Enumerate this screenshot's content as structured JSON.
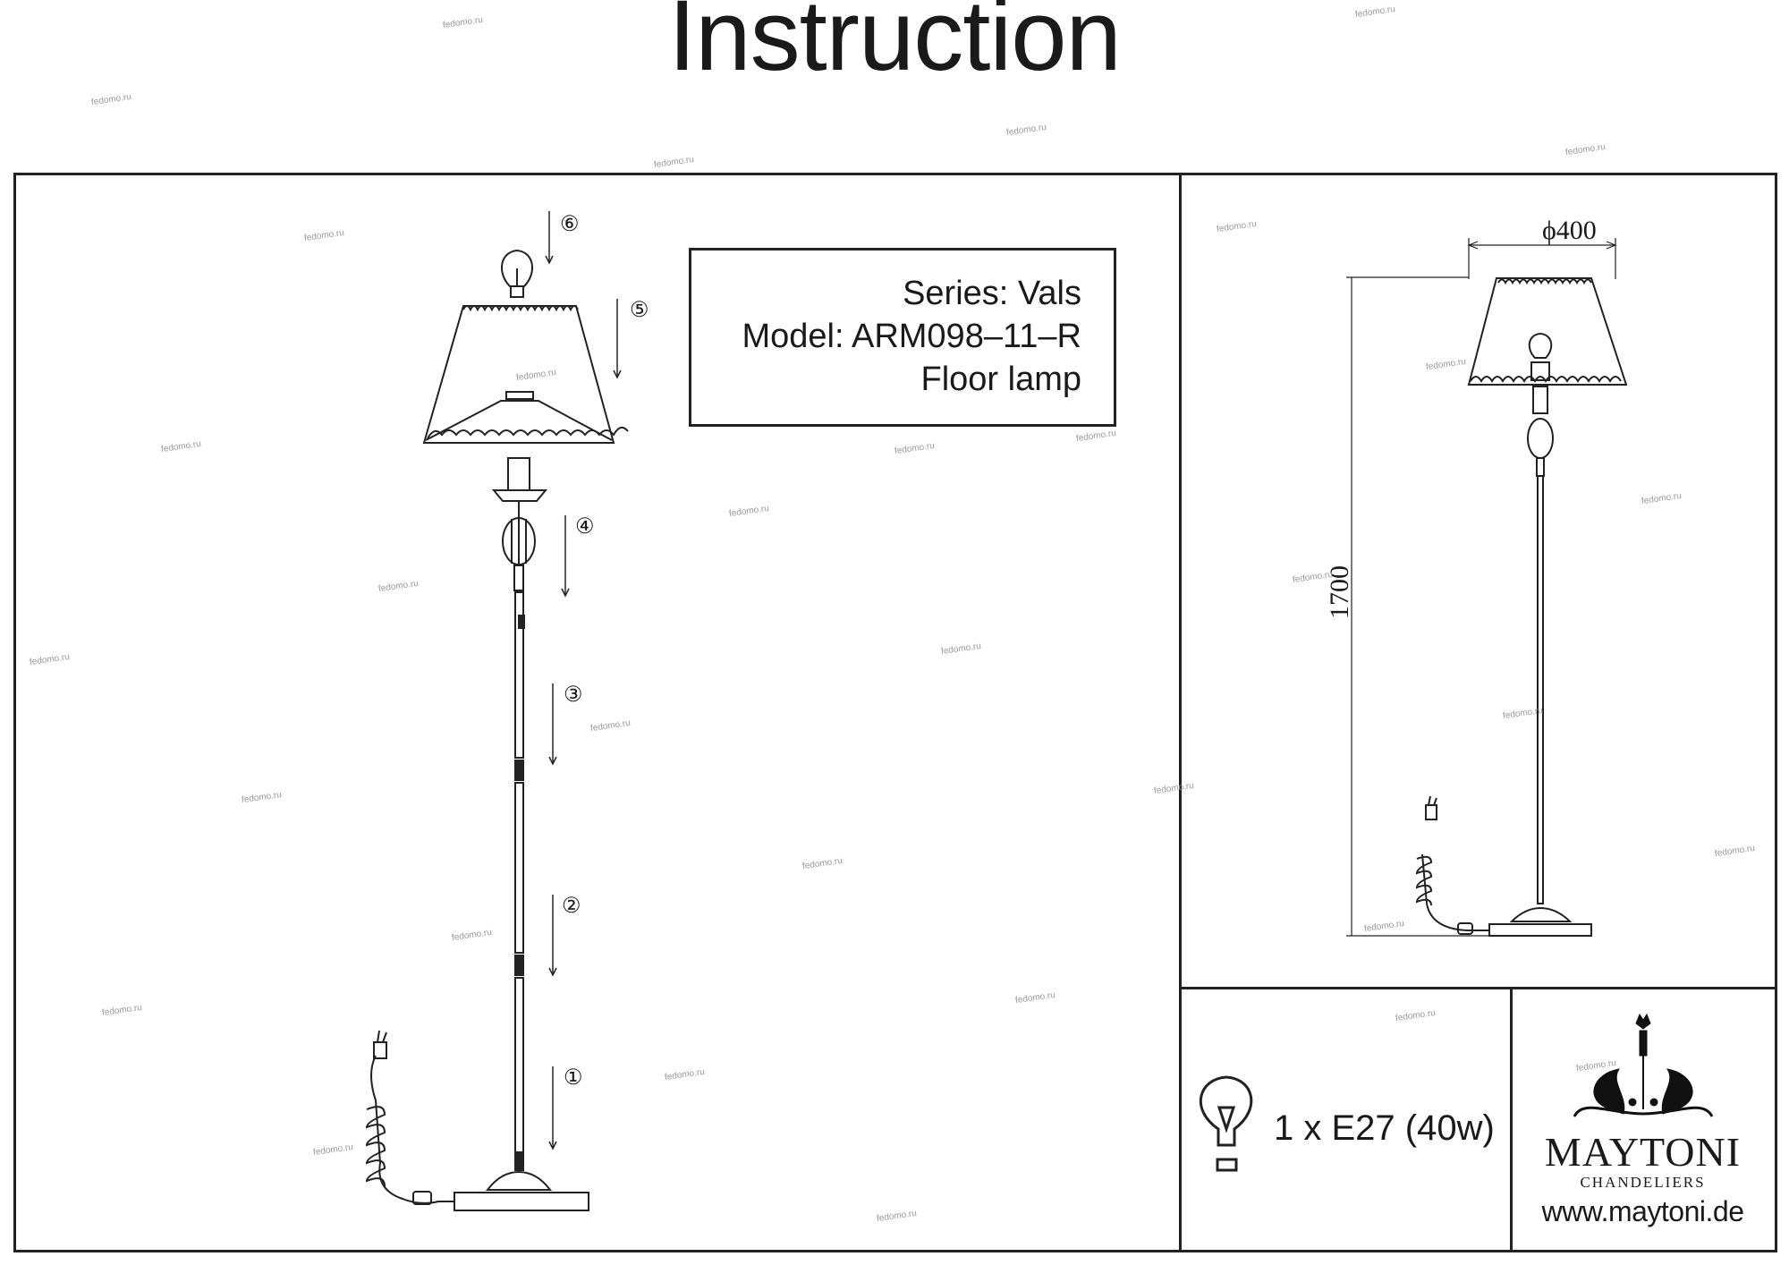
{
  "title": "Instruction",
  "info": {
    "series": "Series: Vals",
    "model": "Model: ARM098–11–R",
    "type": "Floor lamp"
  },
  "steps": [
    "①",
    "②",
    "③",
    "④",
    "⑤",
    "⑥"
  ],
  "dimensions": {
    "diameter": "ϕ400",
    "height": "1700"
  },
  "bulb_spec": "1 x E27 (40w)",
  "brand": {
    "name": "MAYTONI",
    "subtitle": "CHANDELIERS",
    "url": "www.maytoni.de"
  },
  "watermark": "fedomo.ru"
}
